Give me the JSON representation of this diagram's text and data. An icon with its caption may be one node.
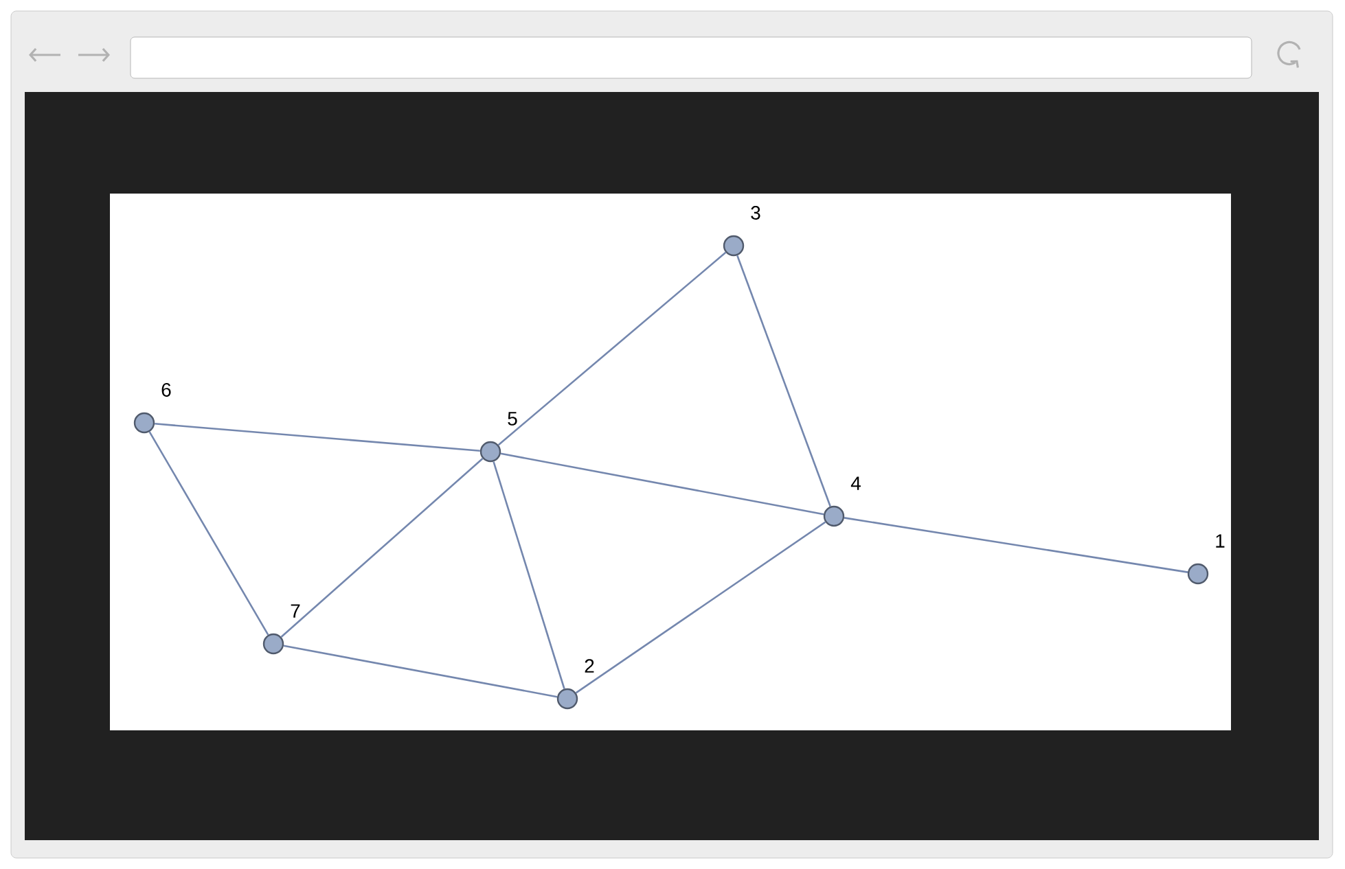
{
  "diagram": {
    "nodes": [
      {
        "text": [
          "1"
        ]
      },
      {
        "text": [
          "2"
        ]
      },
      {
        "text": [
          "3"
        ]
      },
      {
        "text": [
          "4"
        ]
      },
      {
        "text": [
          "5"
        ]
      },
      {
        "text": [
          "6"
        ]
      },
      {
        "text": [
          "7"
        ]
      }
    ],
    "edges": [
      {
        "from": 2,
        "to": 4,
        "arrow": "none"
      },
      {
        "from": 2,
        "to": 3,
        "arrow": "none"
      },
      {
        "from": 5,
        "to": 4,
        "arrow": "none"
      },
      {
        "from": 4,
        "to": 3,
        "arrow": "none"
      },
      {
        "from": 3,
        "to": 0,
        "arrow": "none"
      },
      {
        "from": 5,
        "to": 6,
        "arrow": "none"
      },
      {
        "from": 6,
        "to": 4,
        "arrow": "none"
      },
      {
        "from": 4,
        "to": 1,
        "arrow": "none"
      },
      {
        "from": 6,
        "to": 1,
        "arrow": "none"
      },
      {
        "from": 1,
        "to": 3,
        "arrow": "none"
      }
    ]
  }
}
